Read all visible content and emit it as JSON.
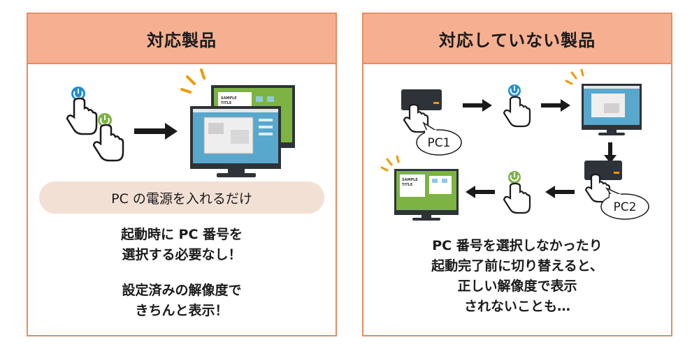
{
  "left": {
    "title": "対応製品",
    "pill": "PC の電源を入れるだけ",
    "lines": [
      "起動時に PC 番号を",
      "選択する必要なし！",
      "設定済みの解像度で",
      "きちんと表示！"
    ],
    "screen_text": [
      "SAMPLE",
      "TITLE"
    ]
  },
  "right": {
    "title": "対応していない製品",
    "bubble1": "PC1",
    "bubble2": "PC2",
    "lines": [
      "PC 番号を選択しなかったり",
      "起動完了前に切り替えると、",
      "正しい解像度で表示",
      "されないことも…"
    ],
    "screen_text": [
      "SAMPLE",
      "TITLE"
    ]
  },
  "icons": {
    "power_blue": "power-icon-blue",
    "power_green": "power-icon-green",
    "colors": {
      "blue": "#1f8fcf",
      "green": "#7cb342",
      "accent": "#f39800",
      "screen": "#58a7cc",
      "border": "#e98a63",
      "header": "#f6b091",
      "pill": "#f3e0d4"
    }
  }
}
